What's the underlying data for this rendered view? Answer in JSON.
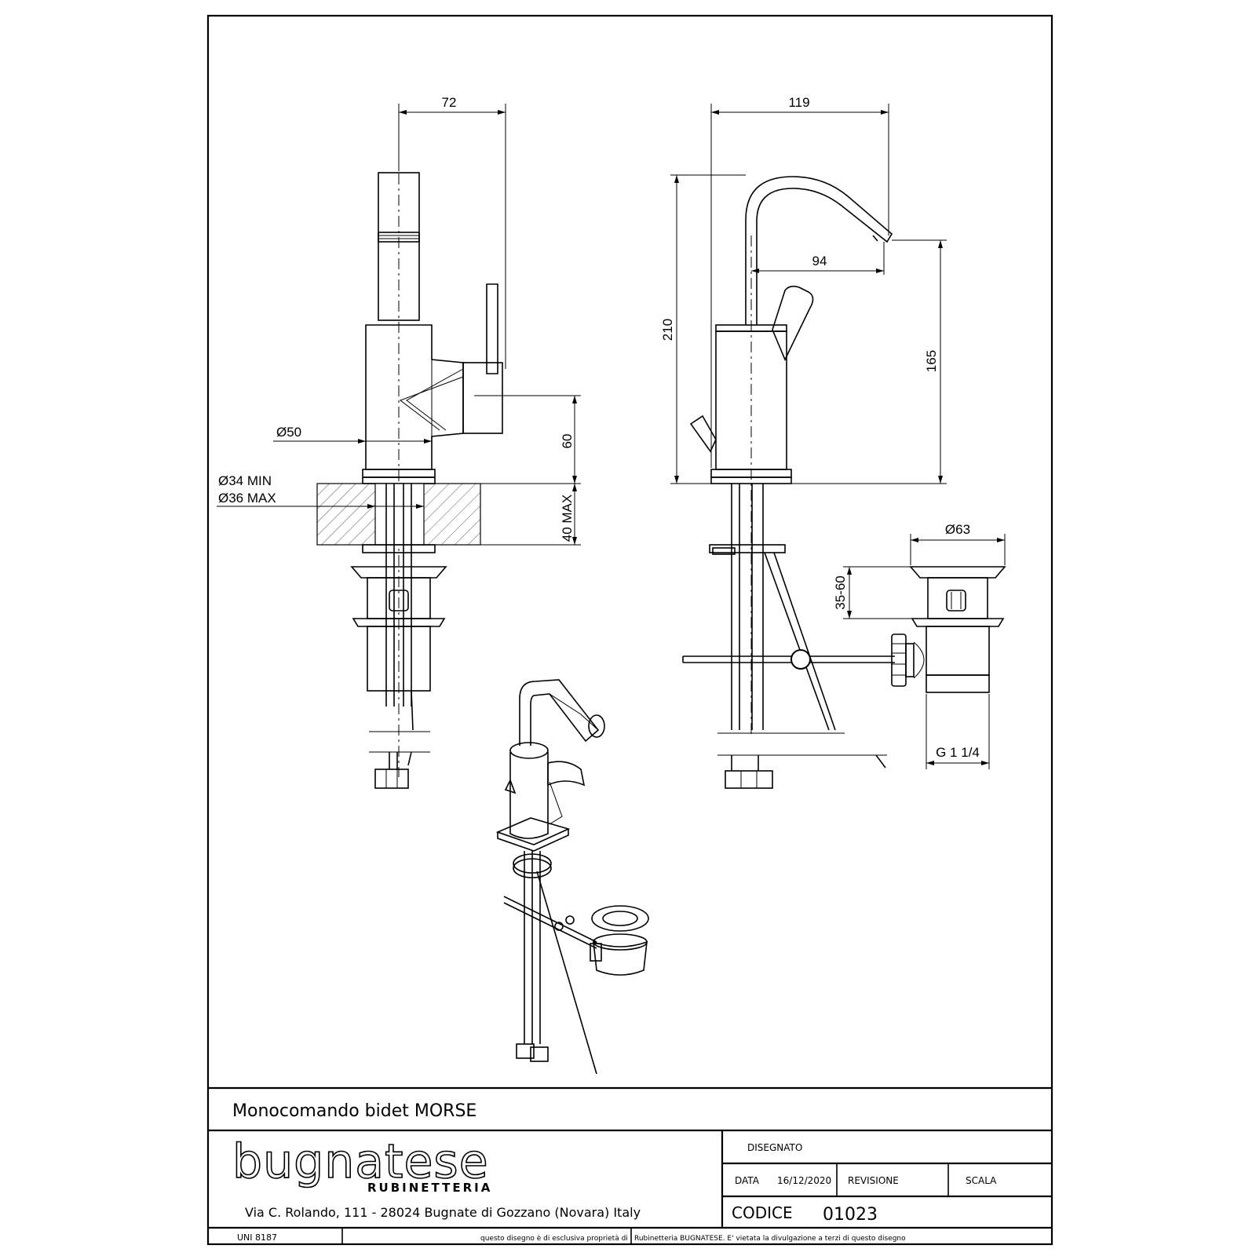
{
  "dimensions": {
    "width_72": "72",
    "width_119": "119",
    "reach_94": "94",
    "height_210": "210",
    "height_165": "165",
    "height_60": "60",
    "deck_40max": "40 MAX",
    "body_dia": "Ø50",
    "hole_min": "Ø34 MIN",
    "hole_max": "Ø36 MAX",
    "waste_dia": "Ø63",
    "waste_range": "35-60",
    "waste_thread": "G 1 1/4"
  },
  "title_block": {
    "product_title": "Monocomando bidet MORSE",
    "brand_name": "bugnatese",
    "brand_sub": "RUBINETTERIA",
    "address": "Via C. Rolando, 111 - 28024 Bugnate di Gozzano (Novara) Italy",
    "drawn_label": "DISEGNATO",
    "date_label": "DATA",
    "date_value": "16/12/2020",
    "revision_label": "REVISIONE",
    "scale_label": "SCALA",
    "code_label": "CODICE",
    "code_value": "01023",
    "standard": "UNI 8187",
    "disclaimer_1": "questo disegno è di esclusiva proprietà di",
    "disclaimer_2": "Rubinetteria BUGNATESE. E' vietata la divulgazione a terzi di questo disegno"
  }
}
